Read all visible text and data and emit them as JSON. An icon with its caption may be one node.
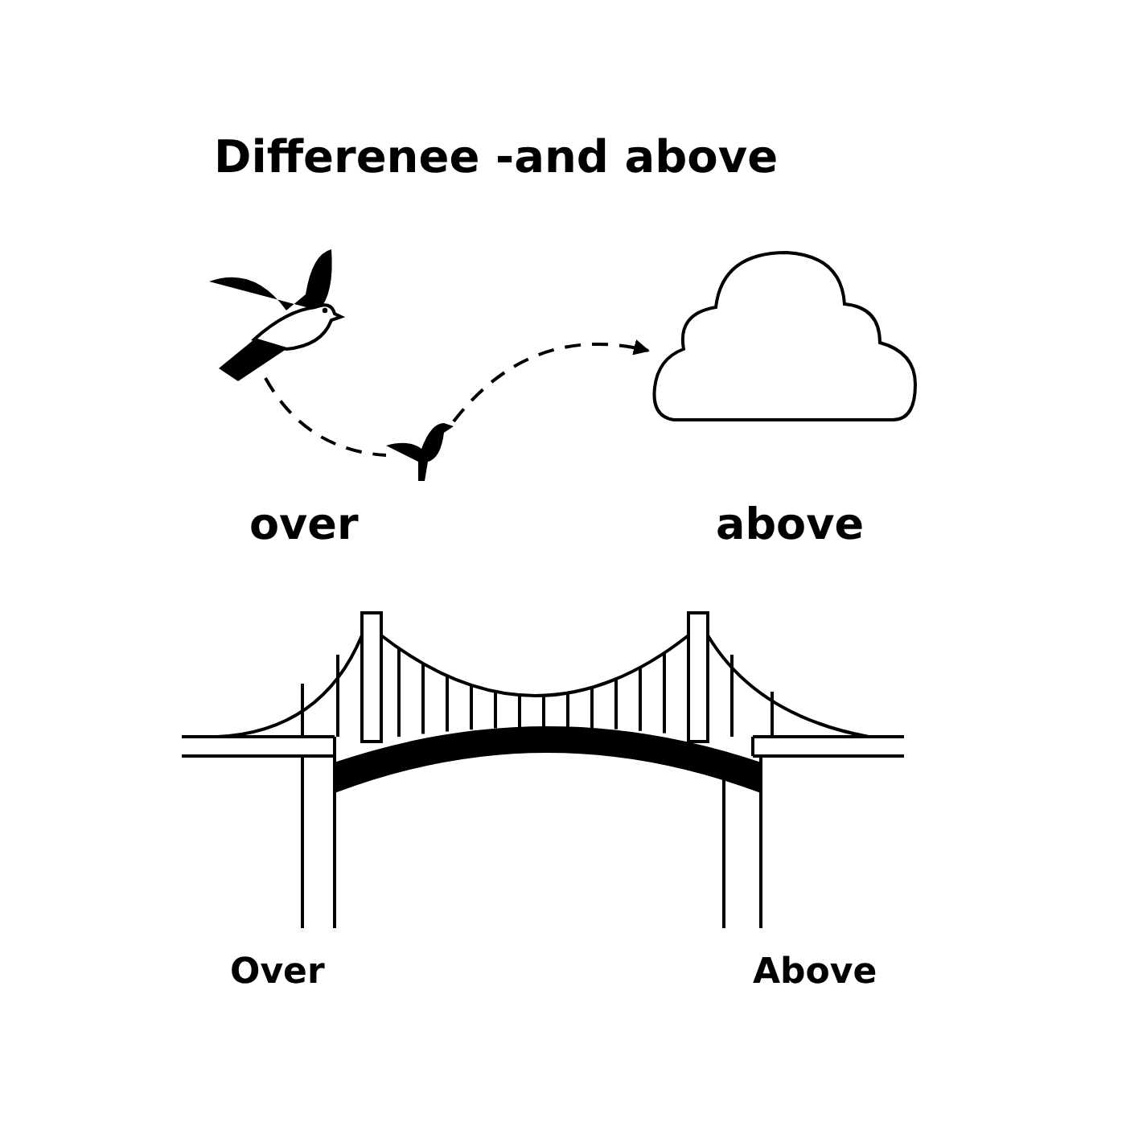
{
  "diagram": {
    "title": "Differenee -and above",
    "nodes": [
      {
        "text": [],
        "shape": "picture"
      },
      {
        "text": [],
        "shape": "picture"
      },
      {
        "text": [],
        "shape": "cloud"
      }
    ],
    "edges": [
      {
        "from": 0,
        "to": 1,
        "arrow": "none",
        "style": "dashed"
      },
      {
        "from": 1,
        "to": 2,
        "arrow": "to",
        "style": "dashed"
      }
    ],
    "labels": [
      "over",
      "above",
      "Over",
      "Above"
    ]
  }
}
